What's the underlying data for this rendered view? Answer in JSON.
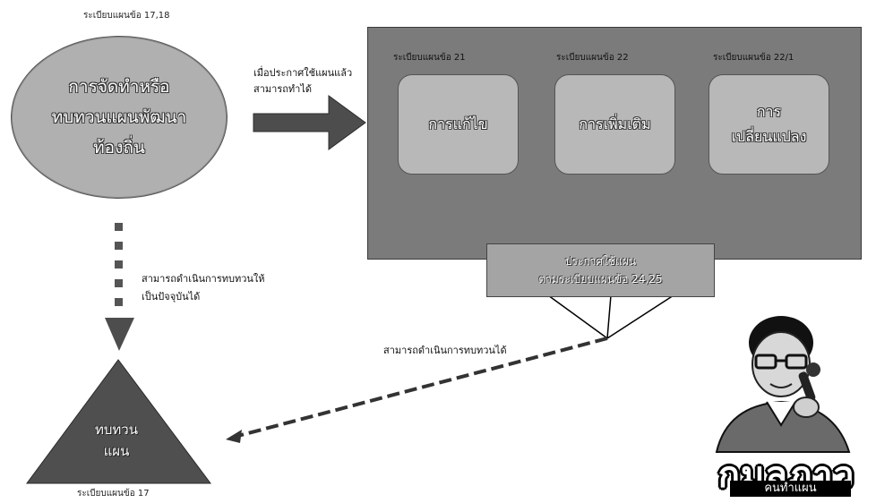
{
  "ellipse": {
    "caption": "ระเบียบแผนข้อ 17,18",
    "lines": [
      "การจัดทำหรือ",
      "ทบทวนแผนพัฒนา",
      "ท้องถิ่น"
    ]
  },
  "arrow_right": {
    "lines": [
      "เมื่อประกาศใช้แผนแล้ว",
      "สามารถทำได้"
    ]
  },
  "panel": {
    "boxes": [
      {
        "caption": "ระเบียบแผนข้อ 21",
        "lines": [
          "การแก้ไข"
        ]
      },
      {
        "caption": "ระเบียบแผนข้อ 22",
        "lines": [
          "การเพิ่มเติม"
        ]
      },
      {
        "caption": "ระเบียบแผนข้อ 22/1",
        "lines": [
          "การ",
          "เปลี่ยนแปลง"
        ]
      }
    ]
  },
  "announce": {
    "lines": [
      "ประกาศใช้แผน",
      "ตามระเบียบแผนข้อ 24,25"
    ]
  },
  "down_arrow": {
    "lines": [
      "สามารถดำเนินการทบทวนให้",
      "เป็นปัจจุบันได้"
    ]
  },
  "dashed_arrow": {
    "label": "สามารถดำเนินการทบทวนได้"
  },
  "triangle": {
    "lines": [
      "ทบทวน",
      "แผน"
    ],
    "caption": "ระเบียบแผนข้อ 17"
  },
  "logo": {
    "word": "กมลภาว",
    "subtitle": "คนทำแผน"
  },
  "colors": {
    "panel": "#7b7b7b",
    "shape_fill": "#b0b0b0",
    "arrow": "#555555",
    "triangle": "#505050"
  }
}
